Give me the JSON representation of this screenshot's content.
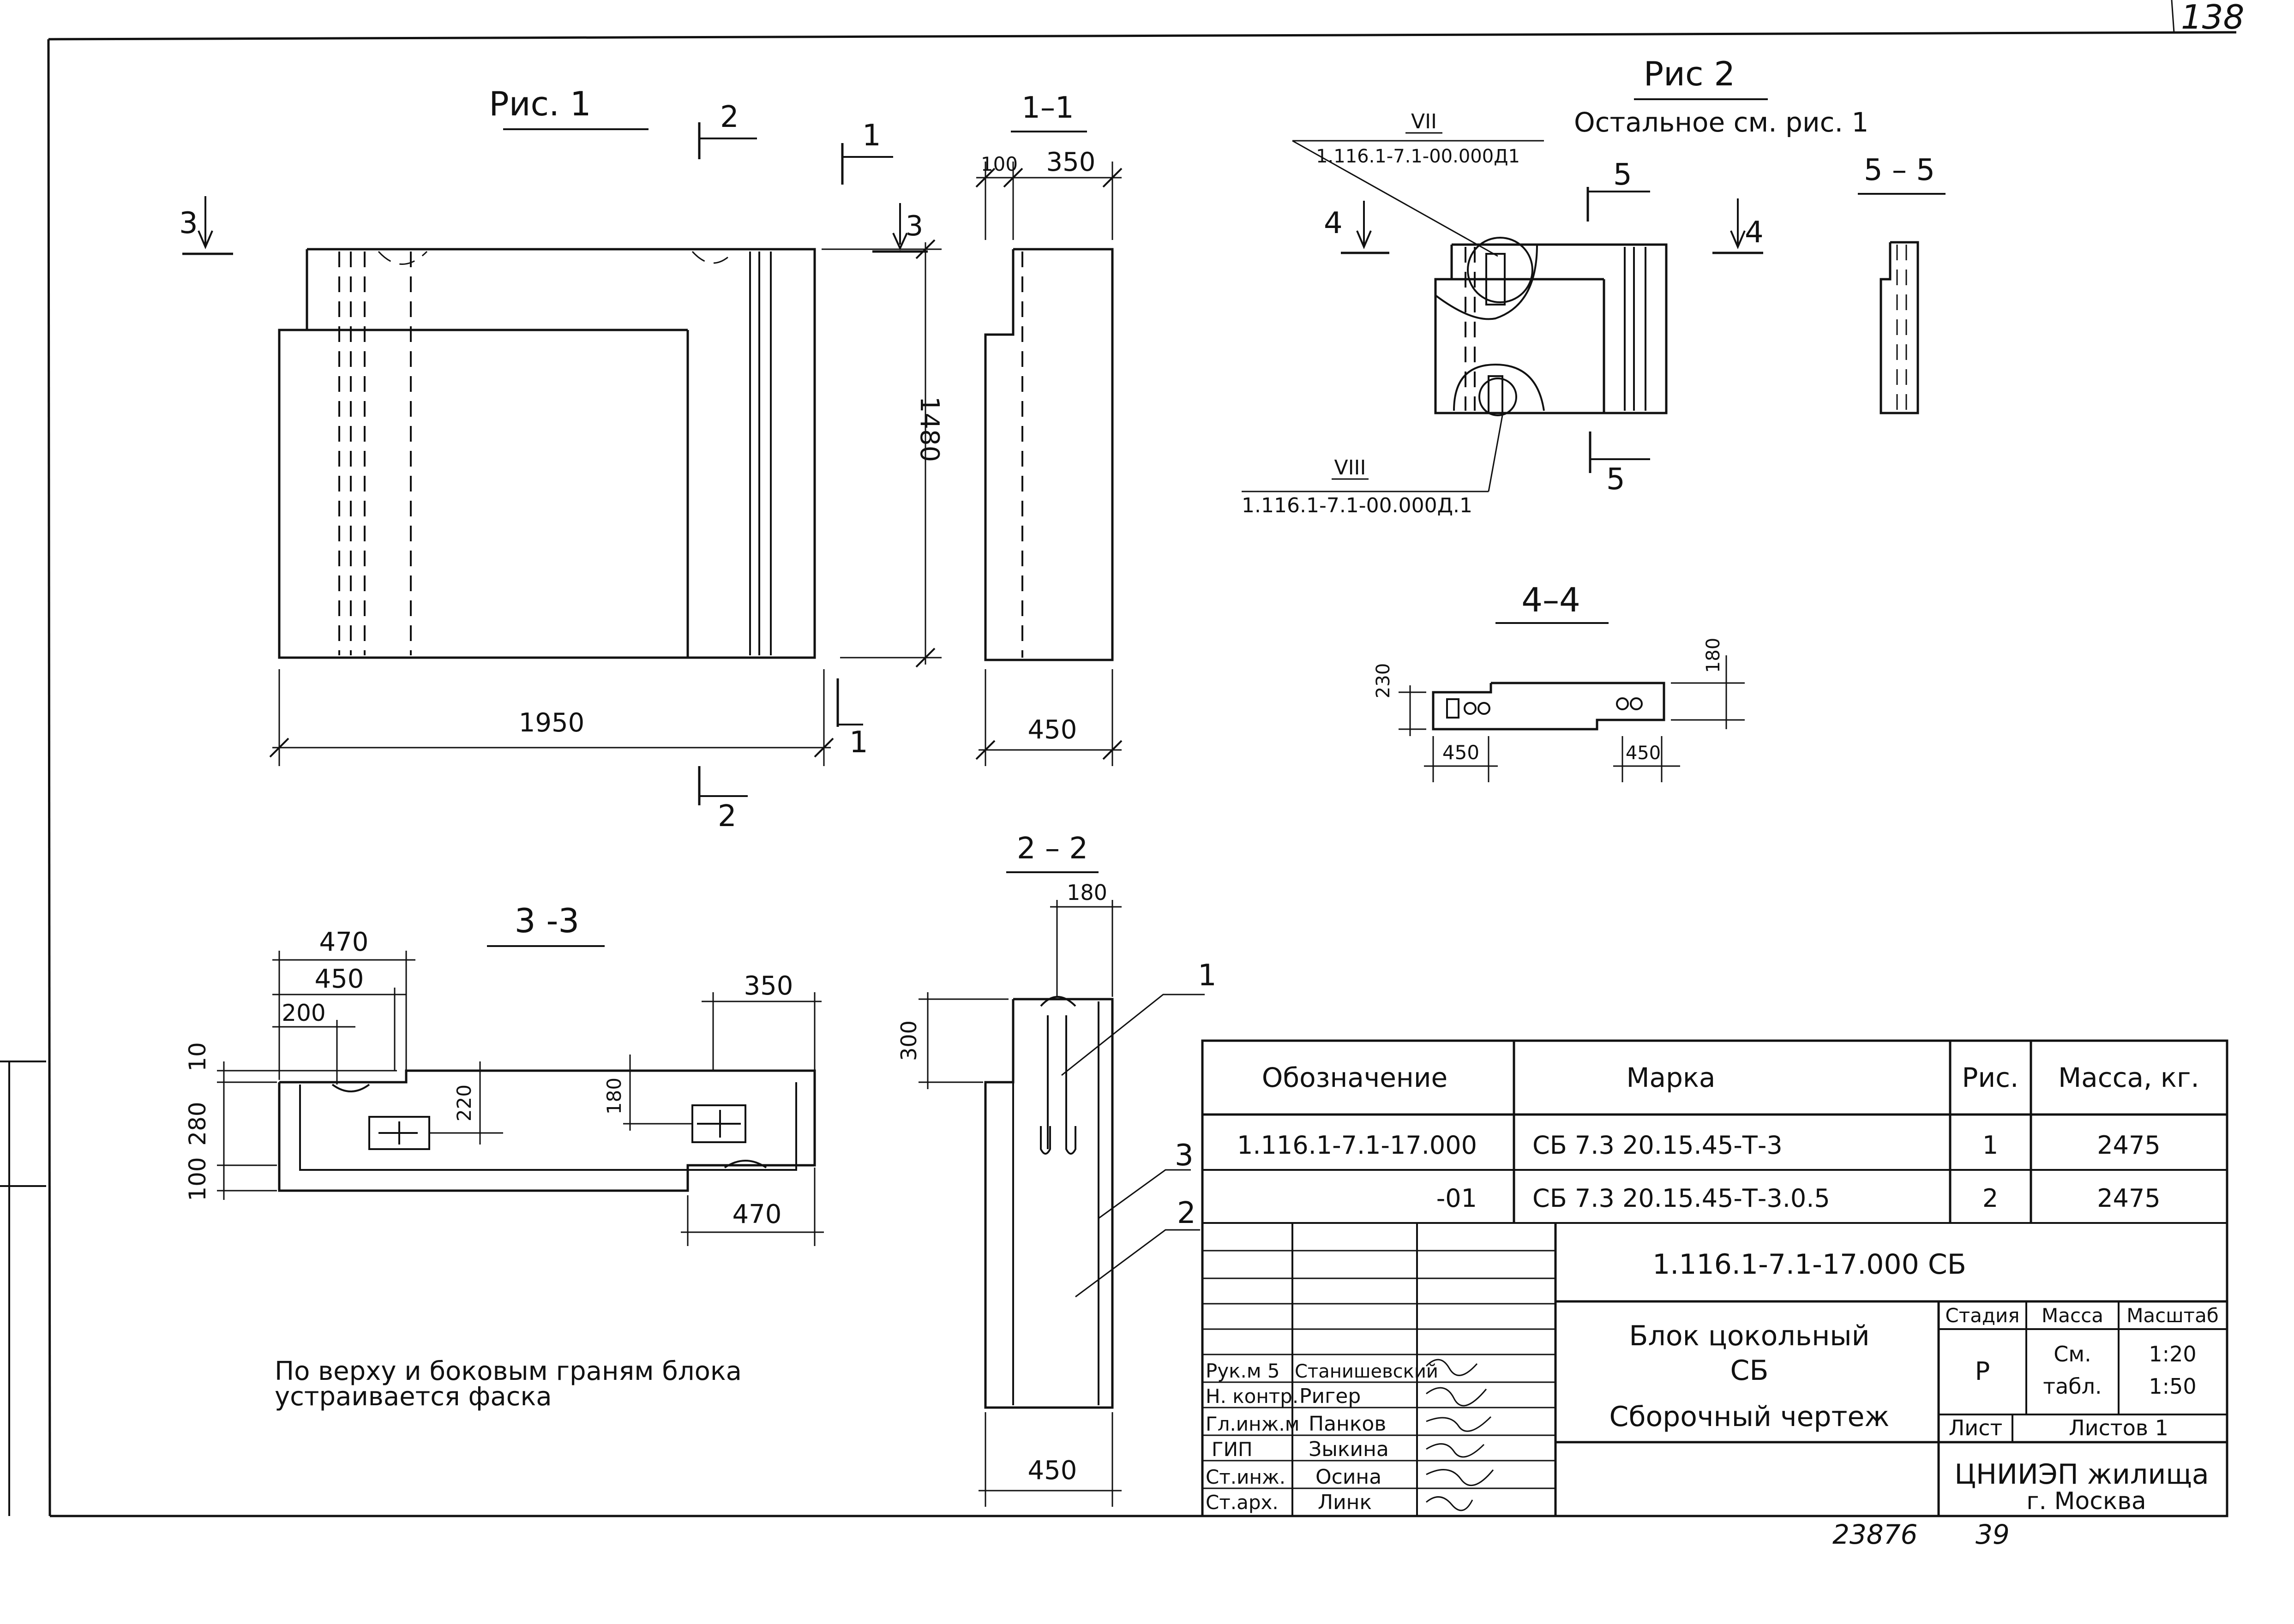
{
  "sheet": {
    "number": "138",
    "archive": "23876",
    "next_sheet": "39"
  },
  "views": {
    "fig1": {
      "title": "Рис. 1",
      "section_marks": {
        "s1_top": "1",
        "s1_bottom": "1",
        "s2_top": "2",
        "s2_bottom": "2",
        "s3_left": "3",
        "s3_right": "3"
      },
      "dim_width": "1950",
      "dim_height": "1480"
    },
    "sec11": {
      "title": "1–1",
      "dim_100": "100",
      "dim_350": "350",
      "dim_450": "450"
    },
    "fig2": {
      "title": "Рис 2",
      "note": "Остальное см. рис. 1",
      "callout_top_num": "VII",
      "callout_top_ref": "1.116.1-7.1-00.000Д1",
      "callout_bottom_num": "VIII",
      "callout_bottom_ref": "1.116.1-7.1-00.000Д.1",
      "marks": {
        "s4_left": "4",
        "s4_right": "4",
        "s5_top": "5",
        "s5_bottom": "5"
      }
    },
    "sec55": {
      "title": "5 – 5"
    },
    "sec44": {
      "title": "4–4",
      "dim_230": "230",
      "dim_180": "180",
      "dim_450_left": "450",
      "dim_450_right": "450"
    },
    "sec33": {
      "title": "3 -3",
      "dim_470_top": "470",
      "dim_450": "450",
      "dim_200": "200",
      "dim_350": "350",
      "dim_10": "10",
      "dim_280": "280",
      "dim_100": "100",
      "dim_220": "220",
      "dim_180": "180",
      "dim_470_bottom": "470"
    },
    "sec22": {
      "title": "2 – 2",
      "dim_180": "180",
      "dim_300": "300",
      "dim_450": "450",
      "leader_1": "1",
      "leader_2": "2",
      "leader_3": "3"
    }
  },
  "note": {
    "line1": "По верху и боковым граням блока",
    "line2": "устраивается фаска"
  },
  "spec_table": {
    "headers": {
      "designation": "Обозначение",
      "mark": "Марка",
      "fig": "Рис.",
      "mass": "Масса, кг."
    },
    "rows": [
      {
        "designation": "1.116.1-7.1-17.000",
        "mark": "СБ 7.3   20.15.45-Т-3",
        "fig": "1",
        "mass": "2475"
      },
      {
        "designation": "-01",
        "mark": "СБ 7.3   20.15.45-Т-3.0.5",
        "fig": "2",
        "mass": "2475"
      }
    ]
  },
  "title_block": {
    "doc_code": "1.116.1-7.1-17.000 СБ",
    "name_line1": "Блок цокольный",
    "name_line2": "СБ",
    "name_line3": "Сборочный чертеж",
    "stage_header": "Стадия",
    "mass_header": "Масса",
    "scale_header": "Масштаб",
    "stage_value": "Р",
    "mass_value_line1": "См.",
    "mass_value_line2": "табл.",
    "scale_value_1": "1:20",
    "scale_value_2": "1:50",
    "sheet_label": "Лист",
    "sheets_label": "Листов 1",
    "org_line1": "ЦНИИЭП жилища",
    "org_line2": "г. Москва",
    "signatures": [
      {
        "role": "Рук.м 5",
        "name": "Станишевский"
      },
      {
        "role": "Н. контр.",
        "name": "Ригер"
      },
      {
        "role": "Гл.инж.м",
        "name": "Панков"
      },
      {
        "role": "ГИП",
        "name": "Зыкина"
      },
      {
        "role": "Ст.инж.",
        "name": "Осина"
      },
      {
        "role": "Ст.арх.",
        "name": "Линк"
      }
    ]
  }
}
